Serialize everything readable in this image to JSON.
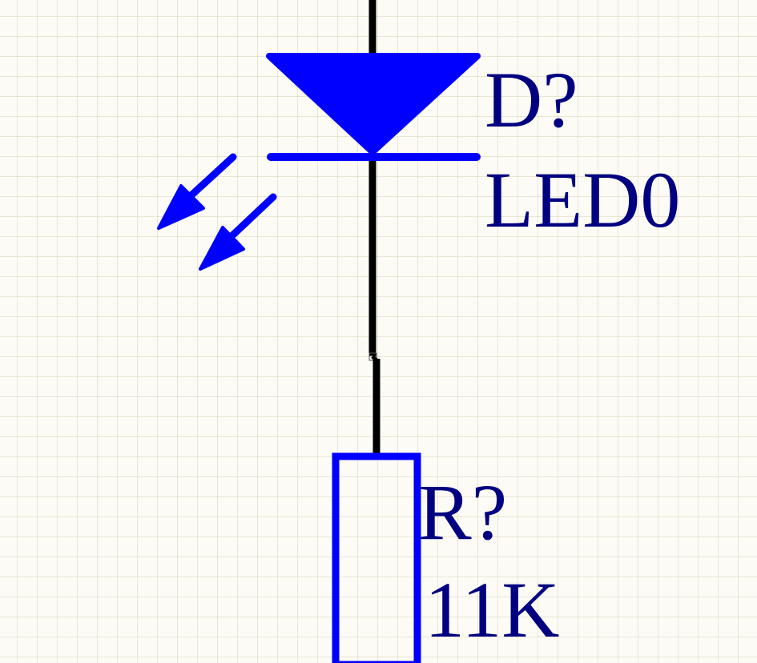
{
  "colors": {
    "background": "#fdfbf5",
    "grid": "#dcd8bf",
    "wire": "#000000",
    "component": "#0000ff",
    "label_text": "#000080"
  },
  "led": {
    "designator": "D?",
    "value": "LED0"
  },
  "resistor": {
    "designator": "R?",
    "value": "11K"
  }
}
